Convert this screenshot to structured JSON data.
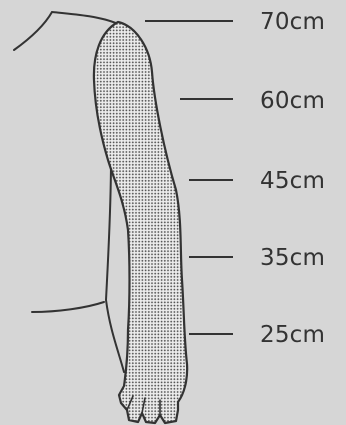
{
  "measurements": [
    {
      "label": "70cm"
    },
    {
      "label": "60cm"
    },
    {
      "label": "45cm"
    },
    {
      "label": "35cm"
    },
    {
      "label": "25cm"
    }
  ],
  "colors": {
    "background": "#d6d6d6",
    "outline": "#333333",
    "sleeve_fill": "#ececec",
    "sleeve_dots": "#555555",
    "label_text": "#333333"
  }
}
